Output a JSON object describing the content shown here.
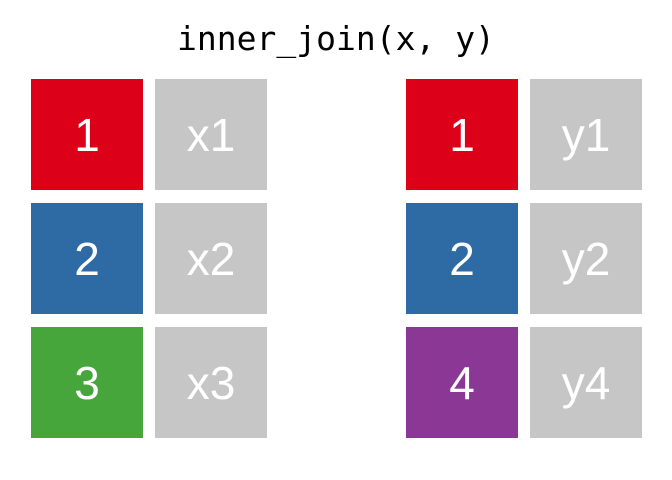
{
  "title": "inner_join(x, y)",
  "colors": {
    "background": "#FFFFFF",
    "title_text": "#000000",
    "cell_text": "#FFFFFF",
    "key_1": "#DC0019",
    "key_2": "#2E6BA4",
    "key_3": "#46A63B",
    "key_4": "#8A3796",
    "value_cell": "#C6C6C6"
  },
  "left_table": {
    "rows": [
      {
        "key": "1",
        "key_color": "#DC0019",
        "value": "x1"
      },
      {
        "key": "2",
        "key_color": "#2E6BA4",
        "value": "x2"
      },
      {
        "key": "3",
        "key_color": "#46A63B",
        "value": "x3"
      }
    ]
  },
  "right_table": {
    "rows": [
      {
        "key": "1",
        "key_color": "#DC0019",
        "value": "y1"
      },
      {
        "key": "2",
        "key_color": "#2E6BA4",
        "value": "y2"
      },
      {
        "key": "4",
        "key_color": "#8A3796",
        "value": "y4"
      }
    ]
  }
}
